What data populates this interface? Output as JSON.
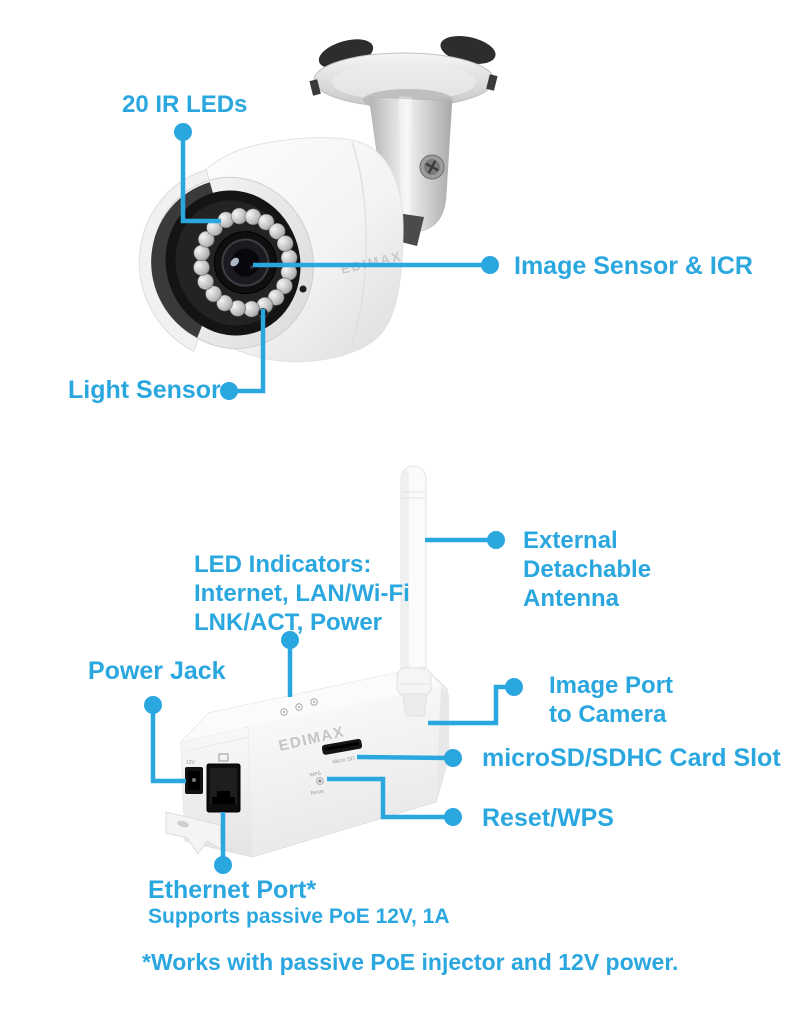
{
  "accent_color": "#2ba7e0",
  "camera_section": {
    "ir_leds_label": "20 IR LEDs",
    "image_sensor_label": "Image Sensor & ICR",
    "light_sensor_label": "Light Sensor",
    "brand": "EDIMAX"
  },
  "injector_section": {
    "led_indicators_label": [
      "LED Indicators:",
      "Internet, LAN/Wi-Fi",
      "LNK/ACT, Power"
    ],
    "antenna_label": [
      "External",
      "Detachable",
      "Antenna"
    ],
    "power_jack_label": "Power Jack",
    "image_port_label": [
      "Image Port",
      "to Camera"
    ],
    "microsd_label": "microSD/SDHC Card Slot",
    "reset_label": "Reset/WPS",
    "ethernet_label": "Ethernet Port*",
    "ethernet_sublabel": "Supports passive PoE 12V, 1A",
    "brand": "EDIMAX",
    "device_microsd_text": "Micro SD",
    "device_wps_text": "WPS",
    "device_reset_text": "Reset",
    "device_power_text": "12V"
  },
  "footnote": "*Works with passive PoE injector and 12V power."
}
